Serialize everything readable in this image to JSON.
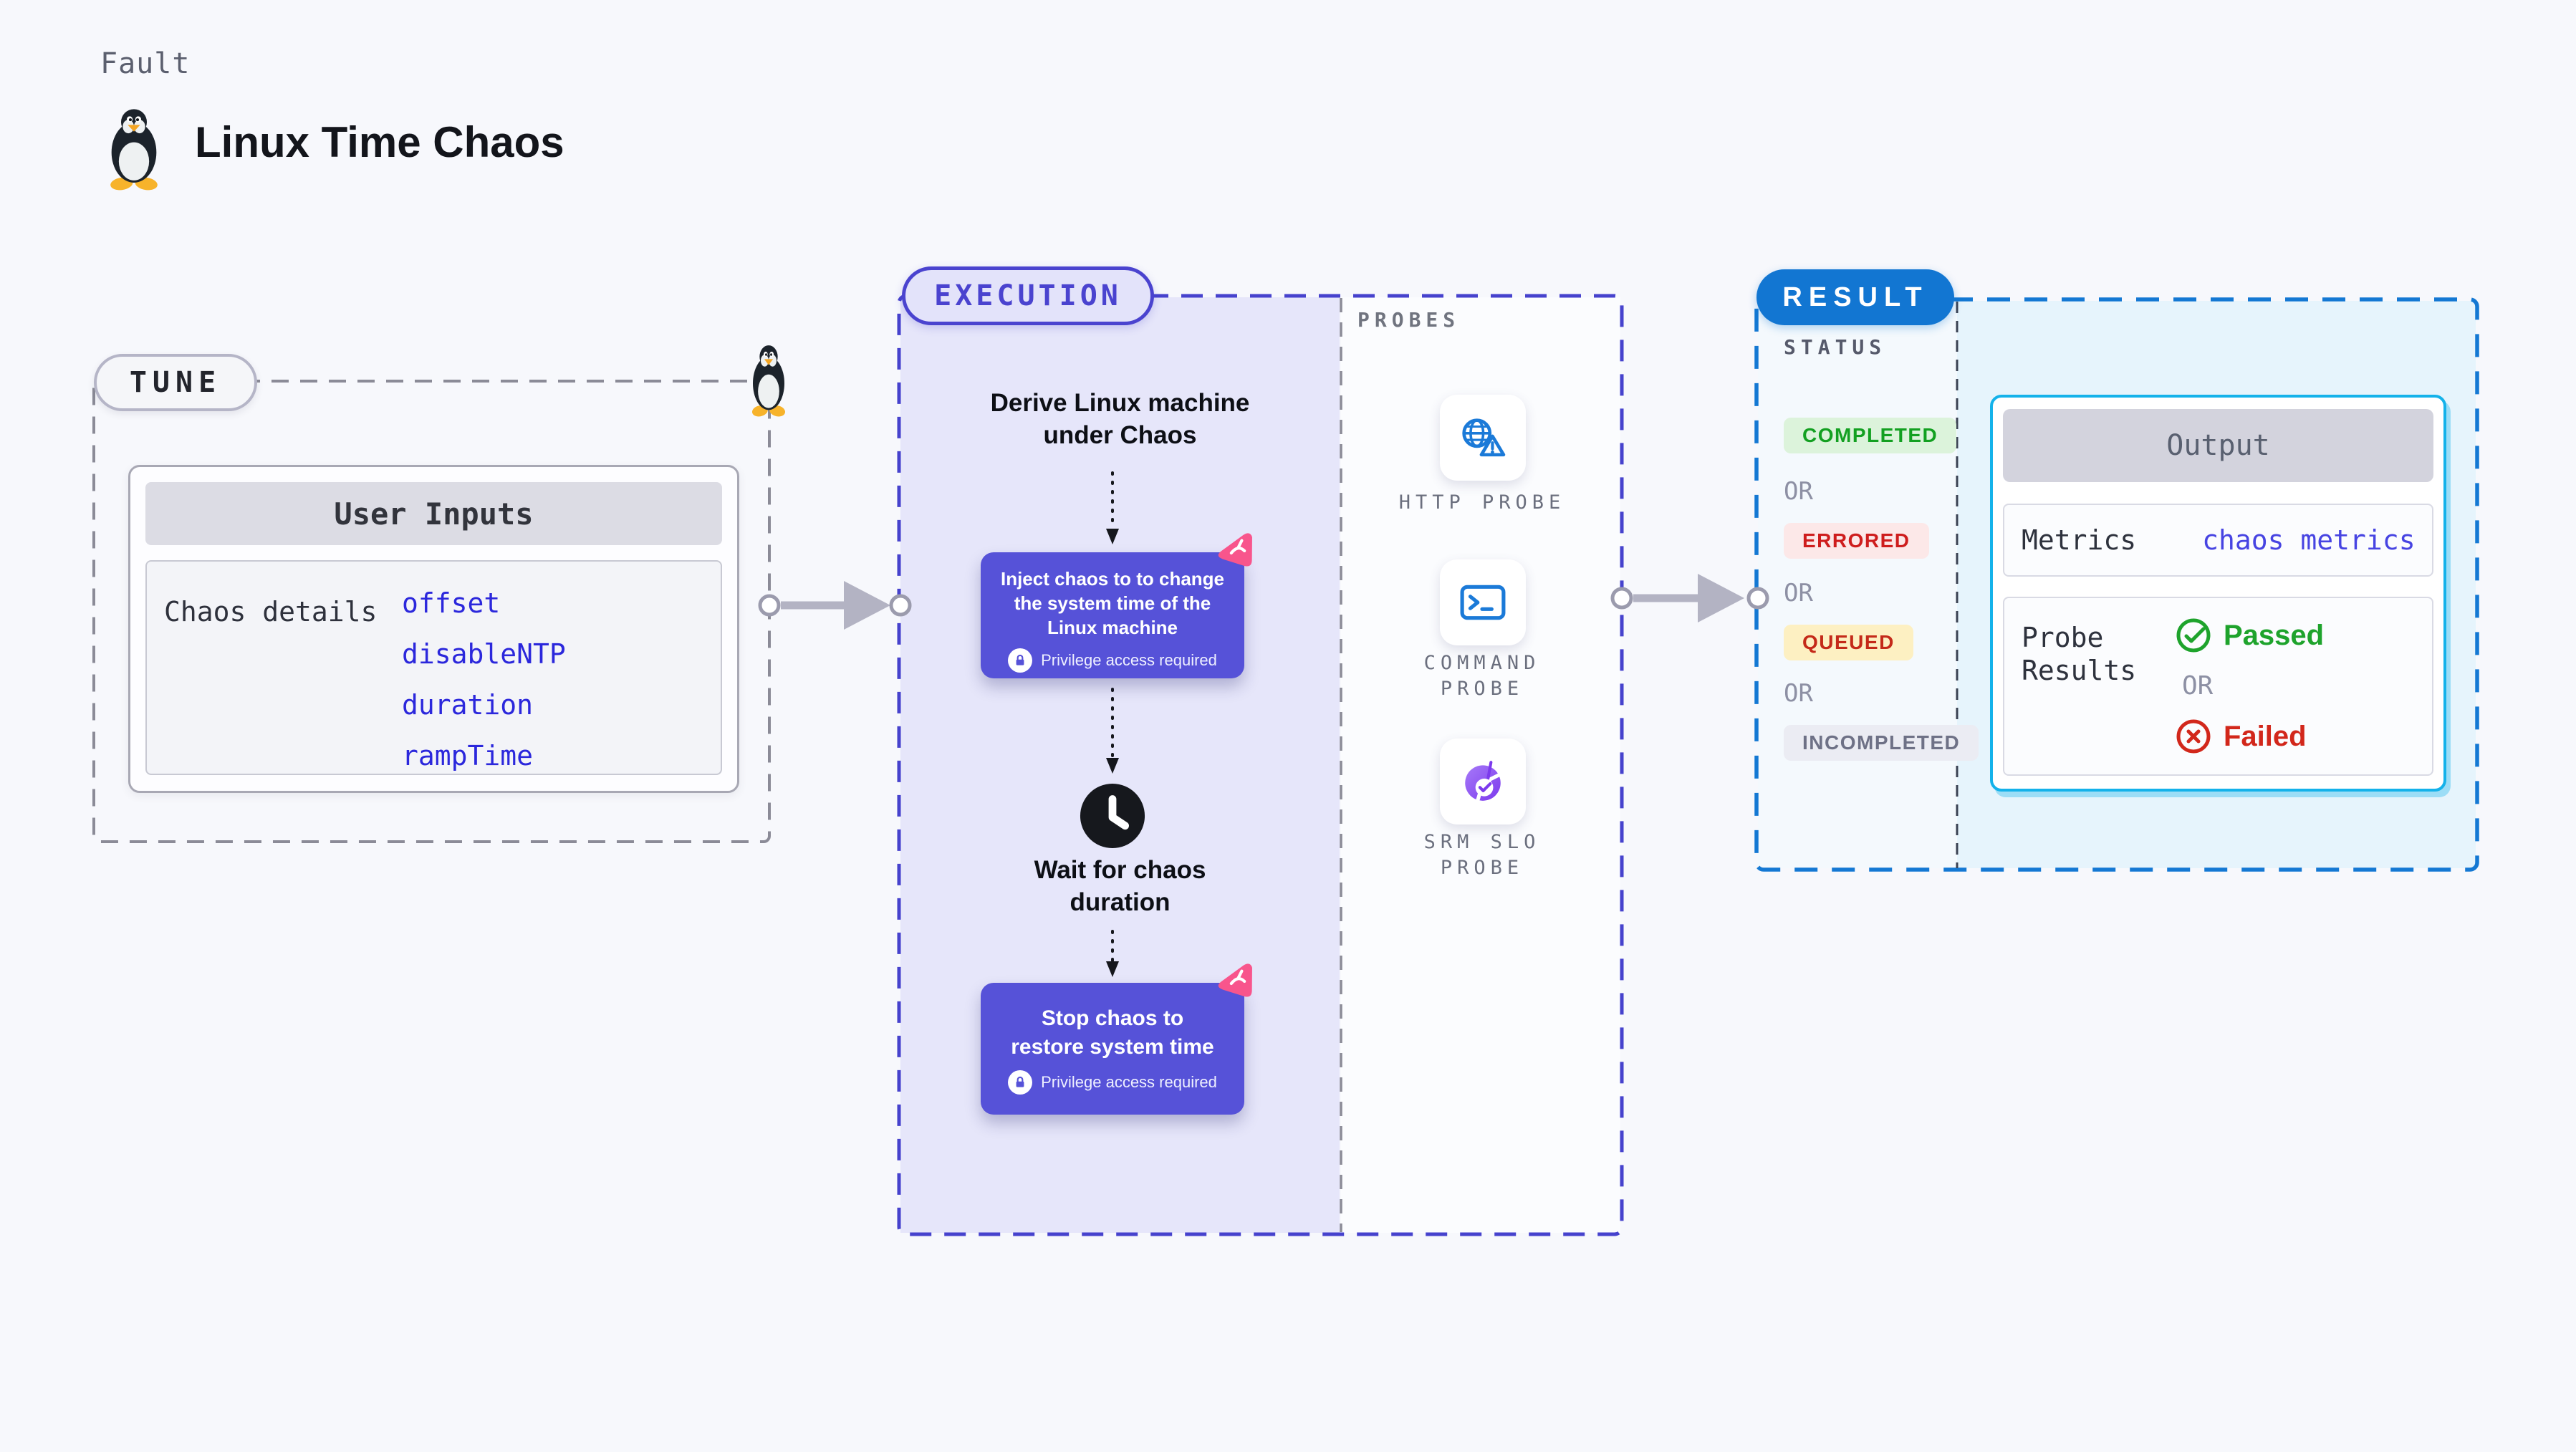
{
  "header": {
    "kicker": "Fault",
    "title": "Linux Time Chaos"
  },
  "tune": {
    "pill": "TUNE",
    "user_inputs": {
      "title": "User Inputs",
      "row_label": "Chaos details",
      "links": [
        "offset",
        "disableNTP",
        "duration",
        "rampTime"
      ]
    }
  },
  "execution": {
    "pill": "EXECUTION",
    "derive_lines": [
      "Derive Linux machine",
      "under Chaos"
    ],
    "inject_lines": [
      "Inject chaos to to change",
      "the system time of the",
      "Linux machine"
    ],
    "privilege_note": "Privilege access required",
    "wait_lines": [
      "Wait for chaos",
      "duration"
    ],
    "stop_lines": [
      "Stop chaos to",
      "restore system time"
    ]
  },
  "probes": {
    "label": "PROBES",
    "items": [
      {
        "icon": "http-probe-icon",
        "lines": [
          "HTTP PROBE",
          ""
        ]
      },
      {
        "icon": "command-probe-icon",
        "lines": [
          "COMMAND",
          "PROBE"
        ]
      },
      {
        "icon": "srm-slo-probe-icon",
        "lines": [
          "SRM SLO",
          "PROBE"
        ]
      }
    ]
  },
  "result": {
    "pill": "RESULT",
    "status_label": "STATUS",
    "or_label": "OR",
    "statuses": [
      {
        "label": "COMPLETED",
        "fg": "#13a021",
        "bg": "#dcf3db"
      },
      {
        "label": "ERRORED",
        "fg": "#ce1d1d",
        "bg": "#fce8e8"
      },
      {
        "label": "QUEUED",
        "fg": "#c42a19",
        "bg": "#fdf0c2"
      },
      {
        "label": "INCOMPLETED",
        "fg": "#6e7186",
        "bg": "#ebecf3"
      }
    ],
    "output": {
      "title": "Output",
      "metrics_label": "Metrics",
      "metrics_value": "chaos metrics",
      "probe_results_lines": [
        "Probe",
        "Results"
      ],
      "passed_label": "Passed",
      "or_label": "OR",
      "failed_label": "Failed"
    }
  },
  "colors": {
    "accent-indigo": "#4a43cf",
    "exec-fill": "#e6e6fa",
    "exec-dash": "#4642cd",
    "box-purple": "#5652d8",
    "link-blue": "#2b27dc",
    "metrics-link": "#4744e2",
    "probe-blue": "#1b7ad8",
    "srm-purple-1": "#a679f8",
    "srm-purple-2": "#7c3aed",
    "pink": "#f8558c",
    "result-blue": "#1276d2",
    "result-dash": "#1478d3",
    "output-cyan": "#14b2ea",
    "passed-green": "#1ea32c",
    "failed-red": "#d2271b",
    "gray-dash": "#8b8b97",
    "arrow-gray": "#b3b3c3",
    "or-gray": "#8d90a4"
  }
}
